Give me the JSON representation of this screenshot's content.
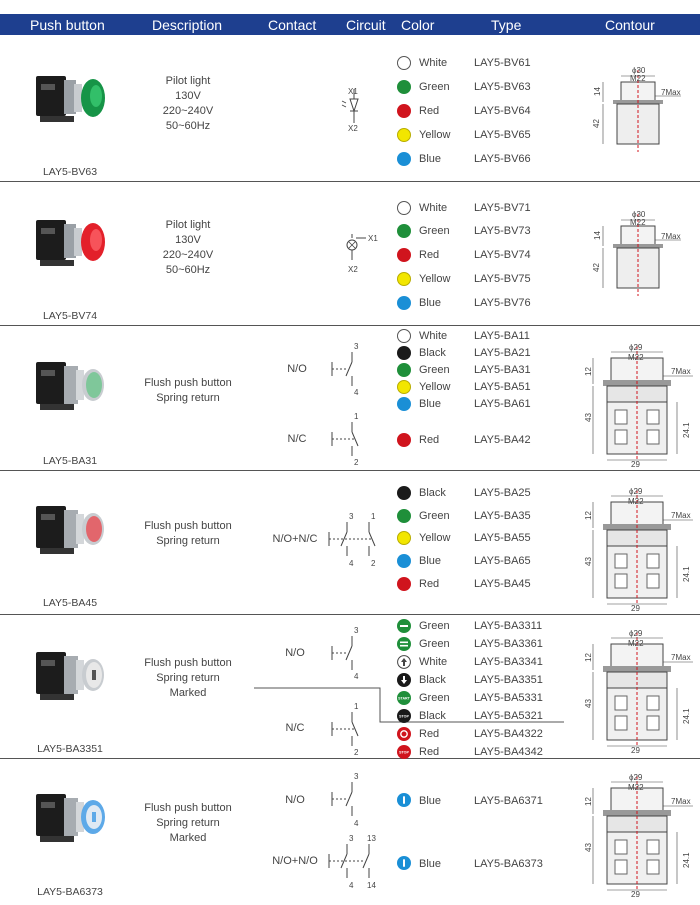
{
  "header": {
    "push_button": "Push button",
    "description": "Description",
    "contact": "Contact",
    "circuit": "Circuit",
    "color": "Color",
    "type": "Type",
    "contour": "Contour"
  },
  "sections": [
    {
      "product": "LAY5-BV63",
      "description": [
        "Pilot light",
        "130V",
        "220~240V",
        "50~60Hz"
      ],
      "circuit_labels": [
        "X1",
        "X2"
      ],
      "items": [
        {
          "color": "White",
          "type": "LAY5-BV61",
          "hex": "#ffffff"
        },
        {
          "color": "Green",
          "type": "LAY5-BV63",
          "hex": "#1f8f3a"
        },
        {
          "color": "Red",
          "type": "LAY5-BV64",
          "hex": "#d0141d"
        },
        {
          "color": "Yellow",
          "type": "LAY5-BV65",
          "hex": "#f2e600"
        },
        {
          "color": "Blue",
          "type": "LAY5-BV66",
          "hex": "#1a8fd6"
        }
      ],
      "contour": {
        "top": "ϕ30",
        "thread": "M22",
        "max": "7Max",
        "d1": "14",
        "d2": "42"
      }
    },
    {
      "product": "LAY5-BV74",
      "description": [
        "Pilot light",
        "130V",
        "220~240V",
        "50~60Hz"
      ],
      "circuit_labels": [
        "X1",
        "X2"
      ],
      "items": [
        {
          "color": "White",
          "type": "LAY5-BV71",
          "hex": "#ffffff"
        },
        {
          "color": "Green",
          "type": "LAY5-BV73",
          "hex": "#1f8f3a"
        },
        {
          "color": "Red",
          "type": "LAY5-BV74",
          "hex": "#d0141d"
        },
        {
          "color": "Yellow",
          "type": "LAY5-BV75",
          "hex": "#f2e600"
        },
        {
          "color": "Blue",
          "type": "LAY5-BV76",
          "hex": "#1a8fd6"
        }
      ],
      "contour": {
        "top": "ϕ30",
        "thread": "M22",
        "max": "7Max",
        "d1": "14",
        "d2": "42"
      }
    },
    {
      "product": "LAY5-BA31",
      "description": [
        "Flush push button",
        "Spring return"
      ],
      "contacts": [
        {
          "label": "N/O",
          "terminals": [
            "3",
            "4"
          ]
        },
        {
          "label": "N/C",
          "terminals": [
            "1",
            "2"
          ]
        }
      ],
      "items": [
        {
          "color": "White",
          "type": "LAY5-BA11",
          "hex": "#ffffff"
        },
        {
          "color": "Black",
          "type": "LAY5-BA21",
          "hex": "#1a1a1a"
        },
        {
          "color": "Green",
          "type": "LAY5-BA31",
          "hex": "#1f8f3a"
        },
        {
          "color": "Yellow",
          "type": "LAY5-BA51",
          "hex": "#f2e600"
        },
        {
          "color": "Blue",
          "type": "LAY5-BA61",
          "hex": "#1a8fd6"
        },
        {
          "color": "Red",
          "type": "LAY5-BA42",
          "hex": "#d0141d"
        }
      ],
      "contour": {
        "top": "ϕ29",
        "thread": "M22",
        "max": "7Max",
        "d1": "12",
        "d2": "43",
        "d3": "24.1",
        "w": "29"
      }
    },
    {
      "product": "LAY5-BA45",
      "description": [
        "Flush push button",
        "Spring return"
      ],
      "contacts": [
        {
          "label": "N/O+N/C",
          "terminals": [
            "3",
            "4",
            "1",
            "2"
          ]
        }
      ],
      "items": [
        {
          "color": "Black",
          "type": "LAY5-BA25",
          "hex": "#1a1a1a"
        },
        {
          "color": "Green",
          "type": "LAY5-BA35",
          "hex": "#1f8f3a"
        },
        {
          "color": "Yellow",
          "type": "LAY5-BA55",
          "hex": "#f2e600"
        },
        {
          "color": "Blue",
          "type": "LAY5-BA65",
          "hex": "#1a8fd6"
        },
        {
          "color": "Red",
          "type": "LAY5-BA45",
          "hex": "#d0141d"
        }
      ],
      "contour": {
        "top": "ϕ29",
        "thread": "M22",
        "max": "7Max",
        "d1": "12",
        "d2": "43",
        "d3": "24.1",
        "w": "29"
      }
    },
    {
      "product": "LAY5-BA3351",
      "description": [
        "Flush push button",
        "Spring return",
        "Marked"
      ],
      "contacts": [
        {
          "label": "N/O",
          "terminals": [
            "3",
            "4"
          ]
        },
        {
          "label": "N/C",
          "terminals": [
            "1",
            "2"
          ]
        }
      ],
      "marks": [
        "START",
        "STOP"
      ],
      "items": [
        {
          "color": "Green",
          "type": "LAY5-BA3311",
          "hex": "#1f8f3a"
        },
        {
          "color": "Green",
          "type": "LAY5-BA3361",
          "hex": "#1f8f3a"
        },
        {
          "color": "White",
          "type": "LAY5-BA3341",
          "hex": "#ffffff"
        },
        {
          "color": "Black",
          "type": "LAY5-BA3351",
          "hex": "#1a1a1a"
        },
        {
          "color": "Green",
          "type": "LAY5-BA5331",
          "hex": "#1f8f3a"
        },
        {
          "color": "Black",
          "type": "LAY5-BA5321",
          "hex": "#1a1a1a"
        },
        {
          "color": "Red",
          "type": "LAY5-BA4322",
          "hex": "#d0141d"
        },
        {
          "color": "Red",
          "type": "LAY5-BA4342",
          "hex": "#d0141d"
        }
      ],
      "contour": {
        "top": "ϕ29",
        "thread": "M22",
        "max": "7Max",
        "d1": "12",
        "d2": "43",
        "d3": "24.1",
        "w": "29"
      }
    },
    {
      "product": "LAY5-BA6373",
      "description": [
        "Flush push button",
        "Spring return",
        "Marked"
      ],
      "contacts": [
        {
          "label": "N/O",
          "terminals": [
            "3",
            "4"
          ]
        },
        {
          "label": "N/O+N/O",
          "terminals": [
            "3",
            "4",
            "13",
            "14"
          ]
        }
      ],
      "items": [
        {
          "color": "Blue",
          "type": "LAY5-BA6371",
          "hex": "#1a8fd6"
        },
        {
          "color": "Blue",
          "type": "LAY5-BA6373",
          "hex": "#1a8fd6"
        }
      ],
      "contour": {
        "top": "ϕ29",
        "thread": "M22",
        "max": "7Max",
        "d1": "12",
        "d2": "43",
        "d3": "24.1",
        "w": "29"
      }
    }
  ]
}
